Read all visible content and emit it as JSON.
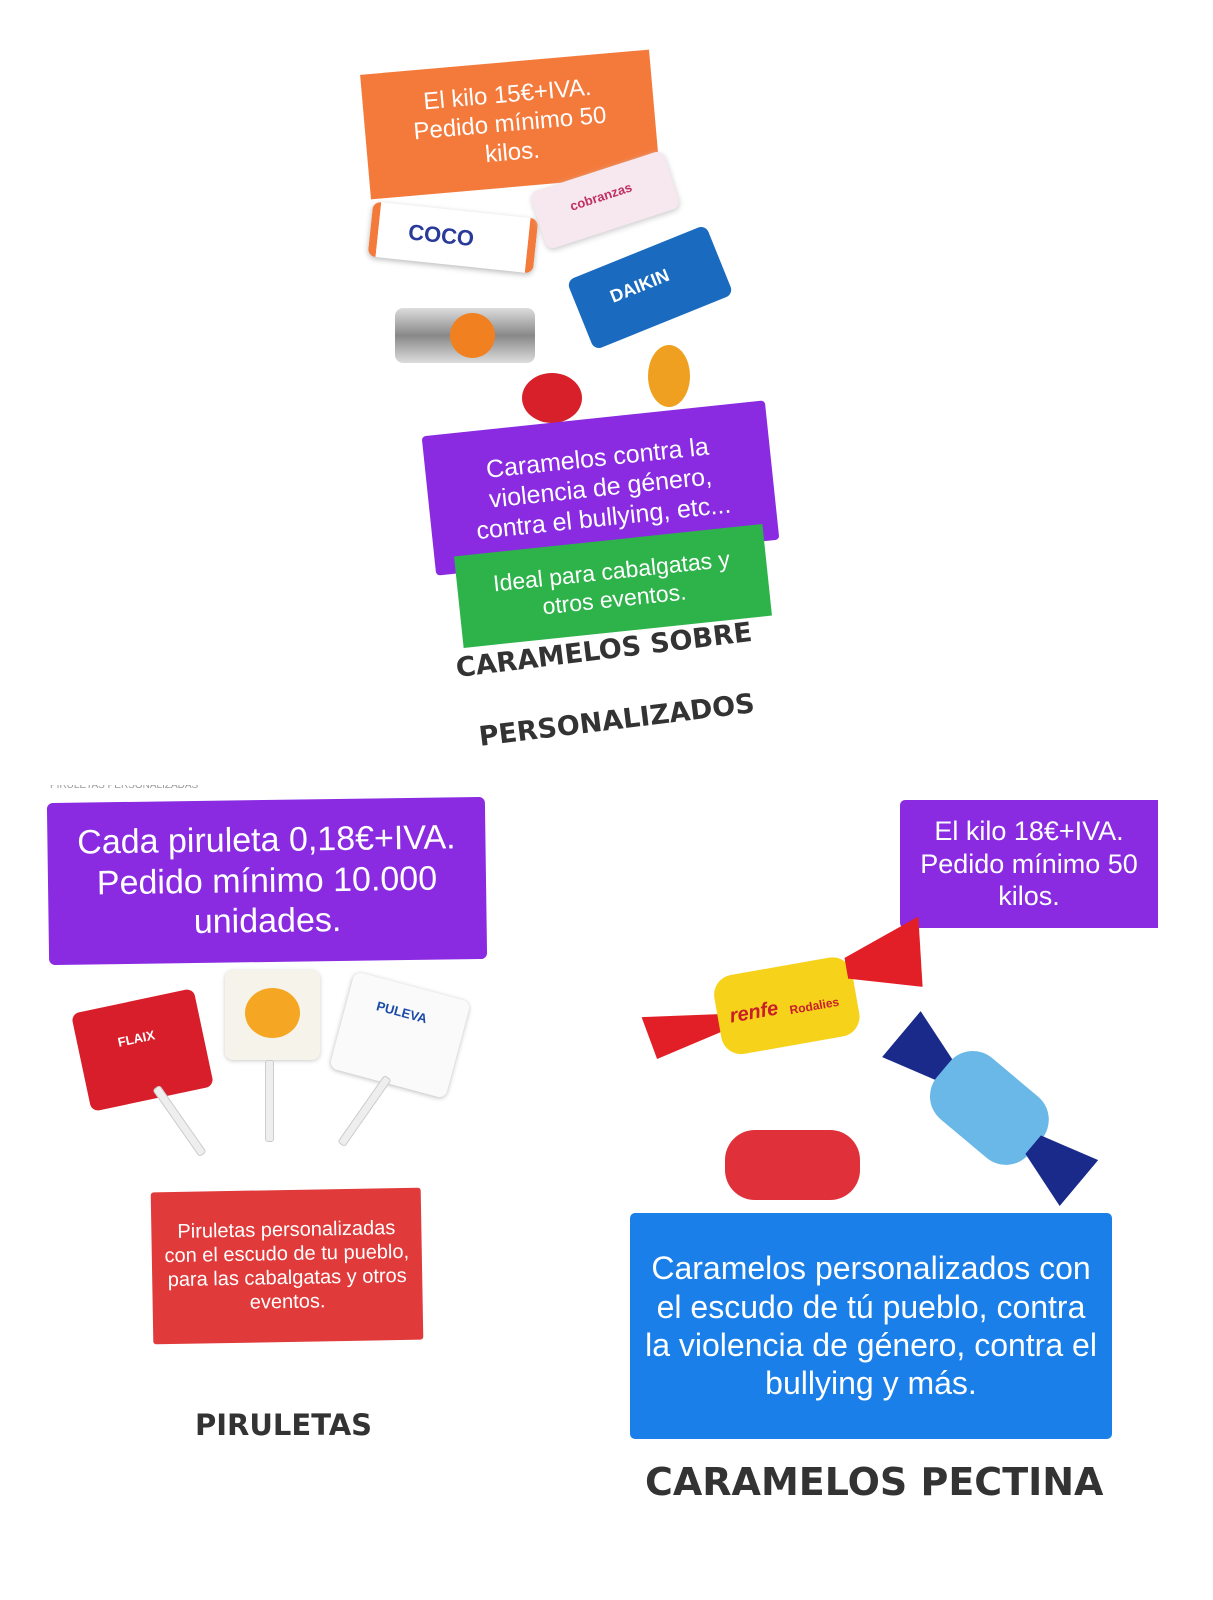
{
  "top": {
    "price_tag": "El kilo 15€+IVA. Pedido mínimo 50 kilos.",
    "purpose_tag": "Caramelos contra la violencia de género, contra el bullying, etc...",
    "event_tag": "Ideal para cabalgatas y otros eventos.",
    "title_line1": "CARAMELOS SOBRE",
    "title_line2": "PERSONALIZADOS",
    "wrappers": {
      "coco": "COCO",
      "daikin": "DAIKIN",
      "cobranzas": "cobranzas"
    }
  },
  "left": {
    "clipped_caption": "PIRULETAS PERSONALIZADAS",
    "price_tag": "Cada piruleta 0,18€+IVA. Pedido mínimo 10.000 unidades.",
    "info_tag": "Piruletas personalizadas con el escudo de tu pueblo, para las cabalgatas y otros eventos.",
    "title": "PIRULETAS",
    "wrappers": {
      "flaix": "FLAIX",
      "puleva": "PULEVA"
    }
  },
  "right": {
    "price_tag": "El kilo 18€+IVA. Pedido mínimo 50 kilos.",
    "info_tag": "Caramelos personalizados con el escudo de tú pueblo, contra la violencia de género, contra el bullying y más.",
    "title": "CARAMELOS PECTINA",
    "wrappers": {
      "renfe": "renfe",
      "rodalies": "Rodalies"
    }
  },
  "colors": {
    "orange": "#f47a3c",
    "purple": "#8a2be2",
    "green": "#2db34a",
    "red": "#e03a3a",
    "blue": "#1a7fe8",
    "heading": "#333333"
  }
}
